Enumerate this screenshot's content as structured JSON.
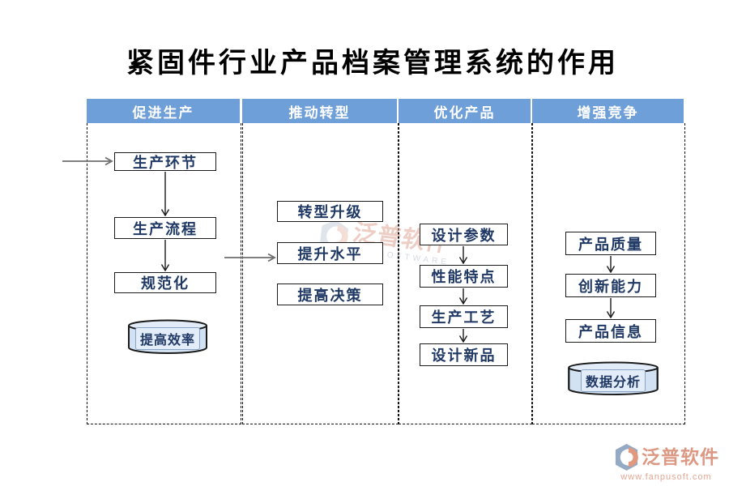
{
  "title": "紧固件行业产品档案管理系统的作用",
  "columns": [
    {
      "header": "促进生产",
      "items": [
        "生产环节",
        "生产流程",
        "规范化"
      ],
      "cylinder": "提高效率"
    },
    {
      "header": "推动转型",
      "items": [
        "转型升级",
        "提升水平",
        "提高决策"
      ]
    },
    {
      "header": "优化产品",
      "items": [
        "设计参数",
        "性能特点",
        "生产工艺",
        "设计新品"
      ]
    },
    {
      "header": "增强竞争",
      "items": [
        "产品质量",
        "创新能力",
        "产品信息"
      ],
      "cylinder": "数据分析"
    }
  ],
  "watermark": {
    "brand": "泛普软件",
    "subtext": "SOFTWARE"
  },
  "footer": {
    "brand": "泛普软件",
    "url": "www.fanpusoft.com"
  },
  "colors": {
    "header_bg": "#6f9fd8",
    "header_text": "#ffffff",
    "box_text": "#1f3864",
    "cylinder_fill": "#d3e2f3",
    "arrow_black": "#1a1a1a",
    "arrow_gray": "#6e6e6e",
    "brand_salmon": "#dd9884"
  }
}
